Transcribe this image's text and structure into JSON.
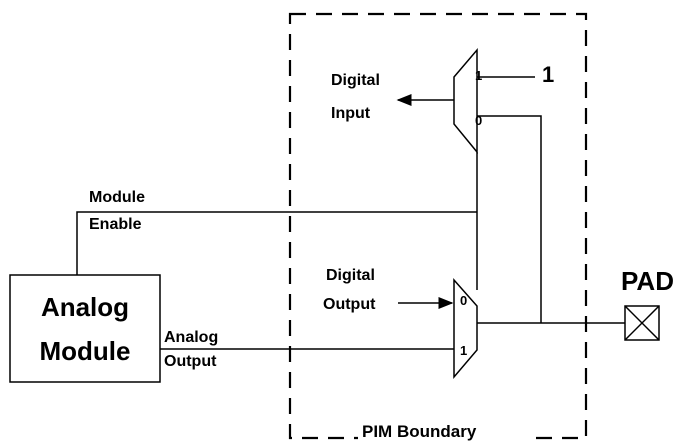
{
  "diagram": {
    "boundary_label": "PIM Boundary",
    "constant_one": "1",
    "digital_input": [
      "Digital",
      "Input"
    ],
    "module_enable": [
      "Module",
      "Enable"
    ],
    "digital_output": [
      "Digital",
      "Output"
    ],
    "analog_output": [
      "Analog",
      "Output"
    ],
    "analog_module": [
      "Analog",
      "Module"
    ],
    "pad_label": "PAD",
    "mux_top": {
      "in1": "1",
      "in0": "0"
    },
    "mux_bottom": {
      "in0": "0",
      "in1": "1"
    }
  }
}
